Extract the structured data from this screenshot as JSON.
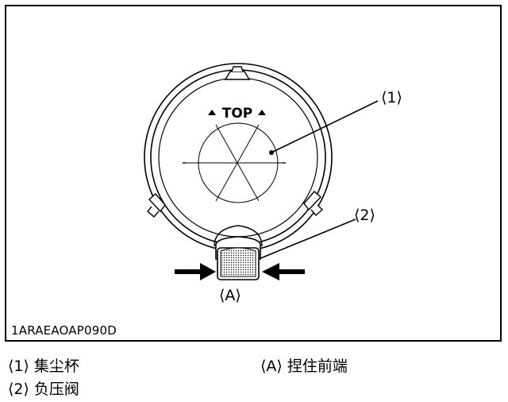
{
  "figure": {
    "top_label": "TOP",
    "callout_1": "⟨1⟩",
    "callout_2": "⟨2⟩",
    "callout_A": "⟨A⟩",
    "code": "1ARAEAOAP090D"
  },
  "legend": [
    {
      "mark": "⟨1⟩",
      "text": "集尘杯"
    },
    {
      "mark": "⟨2⟩",
      "text": "负压阀"
    },
    {
      "mark": "⟨A⟩",
      "text": "捏住前端"
    }
  ]
}
